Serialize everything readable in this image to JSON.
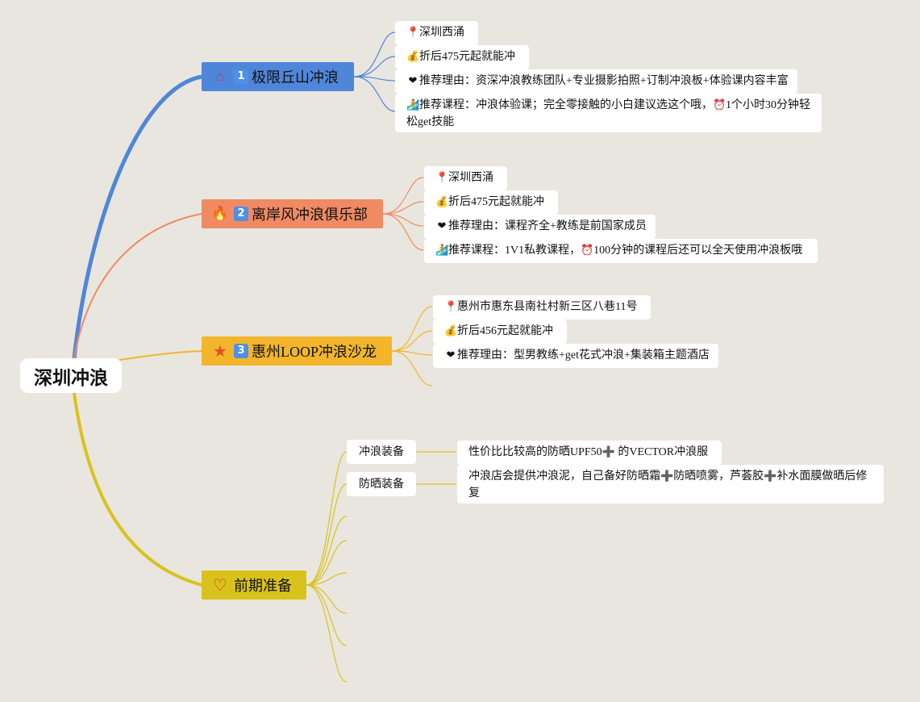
{
  "root": {
    "title": "深圳冲浪"
  },
  "branches": [
    {
      "icon": "house-icon",
      "number": "1",
      "label": "极限丘山冲浪",
      "color": "#4f86d9",
      "items": [
        {
          "icon": "pin-icon",
          "text": "深圳西涌"
        },
        {
          "icon": "money-bag-icon",
          "text": "折后475元起就能冲"
        },
        {
          "icon": "heart-icon",
          "text": "推荐理由：资深冲浪教练团队+专业摄影拍照+订制冲浪板+体验课内容丰富"
        },
        {
          "icon": "surfer-icon",
          "text": "推荐课程：冲浪体验课；完全零接触的小白建议选这个哦，",
          "icon2": "alarm-clock-icon",
          "text2": "1个小时30分钟轻松get技能"
        }
      ]
    },
    {
      "icon": "fire-icon",
      "number": "2",
      "label": "离岸风冲浪俱乐部",
      "color": "#f08a63",
      "items": [
        {
          "icon": "pin-icon",
          "text": "深圳西涌"
        },
        {
          "icon": "money-bag-icon",
          "text": "折后475元起就能冲"
        },
        {
          "icon": "heart-icon",
          "text": "推荐理由：课程齐全+教练是前国家成员"
        },
        {
          "icon": "surfer-icon",
          "text": "推荐课程：1V1私教课程，",
          "icon2": "alarm-clock-icon",
          "text2": "100分钟的课程后还可以全天使用冲浪板哦"
        }
      ]
    },
    {
      "icon": "star-icon",
      "number": "3",
      "label": "惠州LOOP冲浪沙龙",
      "color": "#f2b52c",
      "items": [
        {
          "icon": "pin-icon",
          "text": "惠州市惠东县南社村新三区八巷11号"
        },
        {
          "icon": "money-bag-icon",
          "text": "折后456元起就能冲"
        },
        {
          "icon": "heart-icon",
          "text": "推荐理由：型男教练+get花式冲浪+集装箱主题酒店"
        }
      ]
    },
    {
      "icon": "heart-outline-icon",
      "label": "前期准备",
      "color": "#d9c21c",
      "subtopics": [
        {
          "label": "冲浪装备",
          "detail": "性价比比较高的防晒UPF50",
          "plus": "➕",
          "detail_after": " 的VECTOR冲浪服"
        },
        {
          "label": "防晒装备",
          "detail_parts": [
            "冲浪店会提供冲浪泥，自己备好防晒霜",
            "➕",
            "防晒喷雾，芦荟胶",
            "➕",
            "补水面膜做晒后修复"
          ]
        }
      ]
    }
  ],
  "icons": {
    "pin-icon": "📍",
    "money-bag-icon": "💰",
    "heart-icon": "❤",
    "surfer-icon": "🏄",
    "alarm-clock-icon": "⏰",
    "house-icon": "⌂",
    "fire-icon": "🔥",
    "star-icon": "★",
    "heart-outline-icon": "♡"
  }
}
